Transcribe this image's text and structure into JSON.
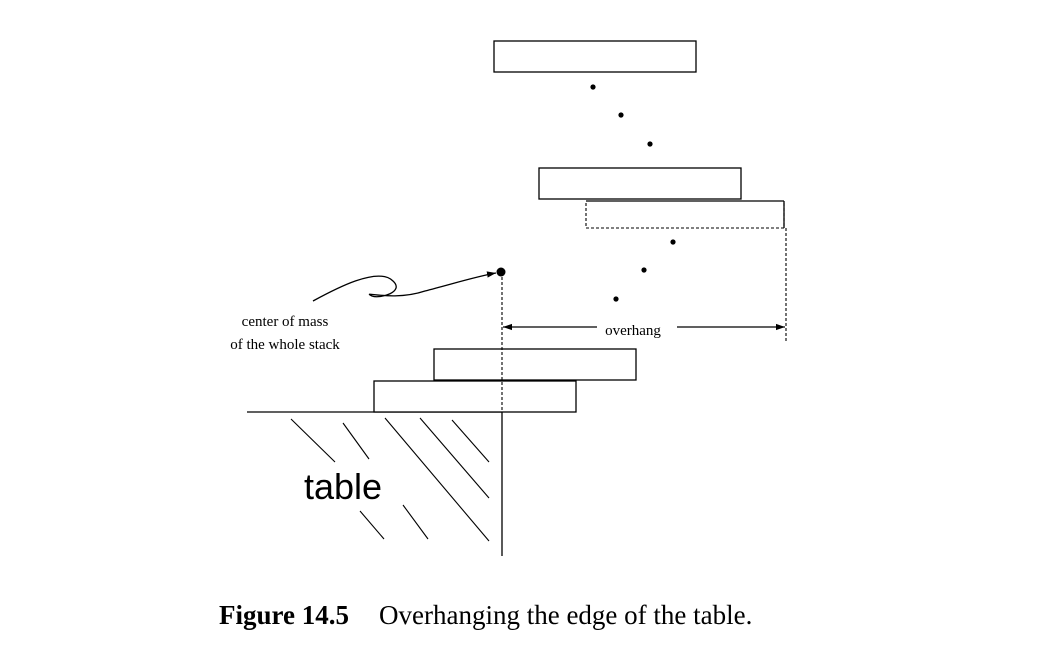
{
  "labels": {
    "overhang": "overhang",
    "center_of_mass_line1": "center of mass",
    "center_of_mass_line2": "of the whole stack",
    "table": "table"
  },
  "caption": {
    "number": "Figure 14.5",
    "text": "Overhanging the edge of the table."
  }
}
